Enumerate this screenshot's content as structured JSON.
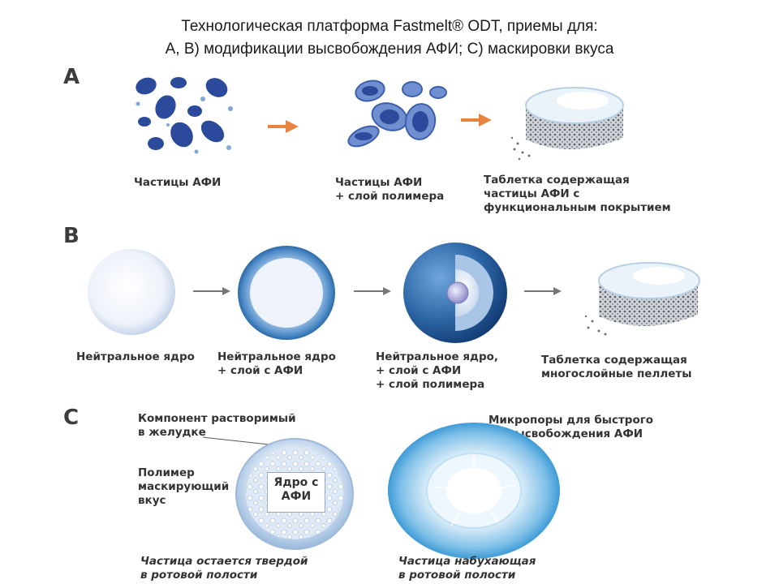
{
  "header": {
    "title_line1": "Технологическая платформа Fastmelt® ODT, приемы для:",
    "title_line2": "А, В) модификации высвобождения АФИ; С) маскировки вкуса"
  },
  "section_a": {
    "letter": "A",
    "step1": [
      "Частицы АФИ"
    ],
    "step2": [
      "Частицы АФИ",
      "+ слой полимера"
    ],
    "step3": [
      "Таблетка  содержащая",
      "частицы АФИ с",
      "функциональным покрытием"
    ],
    "arrow_color": "#e8843f"
  },
  "section_b": {
    "letter": "B",
    "step1": [
      "Нейтральное ядро"
    ],
    "step2": [
      "Нейтральное ядро",
      "+ слой с АФИ"
    ],
    "step3": [
      "Нейтральное ядро,",
      "+ слой с АФИ",
      "+ слой полимера"
    ],
    "step4": [
      "Таблетка содержащая",
      "многослойные пеллеты"
    ],
    "arrow_color": "#777777"
  },
  "section_c": {
    "letter": "C",
    "soluble_label": [
      "Компонент растворимый",
      "в желудке"
    ],
    "polymer_label": [
      "Полимер",
      "маскирующий",
      "вкус"
    ],
    "core_label": [
      "Ядро с",
      "АФИ"
    ],
    "micropores_label": [
      "Микропоры для быстрого",
      "высвобождения АФИ"
    ],
    "caption_left": [
      "Частица остается твердой",
      "в ротовой полости"
    ],
    "caption_right": [
      "Частица набухающая",
      "в ротовой полости"
    ]
  },
  "colors": {
    "particle_blue": "#2b4a9c",
    "sphere_blue": "#2f6aa8",
    "core_light": "#eef3fb"
  }
}
